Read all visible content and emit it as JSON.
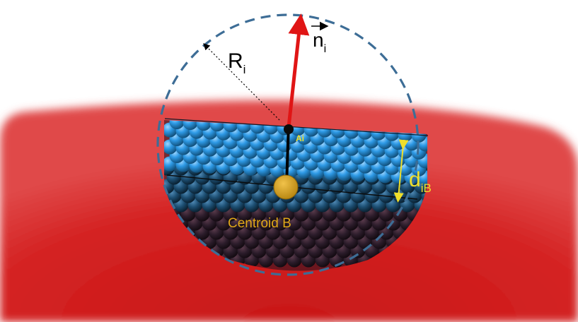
{
  "labels": {
    "radius_main": "R",
    "radius_sub": "i",
    "normal_main": "n",
    "normal_sub": "i",
    "point_a": "Ai",
    "distance_main": "d",
    "distance_sub": "iB",
    "centroid": "Centroid B"
  },
  "colors": {
    "substrate": "#d42020",
    "sphere_outline": "#3d6d96",
    "atom_light": "#2e9ae6",
    "atom_dark": "#0d2a40",
    "normal_arrow": "#e01515",
    "centroid_fill": "#d9a21a",
    "annotation_yellow": "#f0df2a",
    "centroid_text": "#e0a818"
  }
}
